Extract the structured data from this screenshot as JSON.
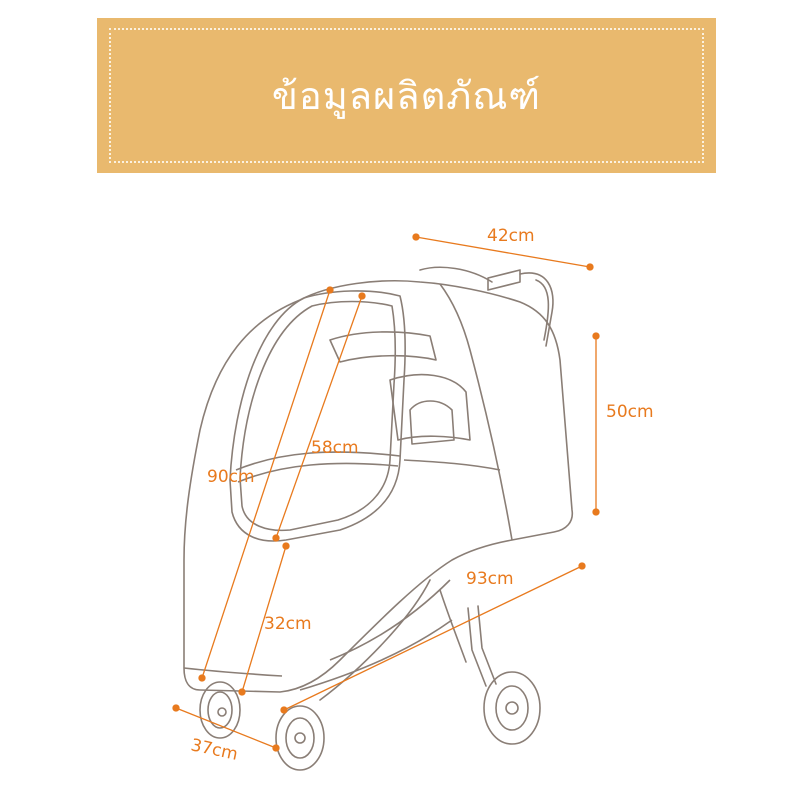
{
  "header": {
    "title": "ข้อมูลผลิตภัณฑ์",
    "background_color": "#e9b96e",
    "text_color": "#ffffff"
  },
  "diagram": {
    "subject": "stroller-rain-cover",
    "accent_color": "#e87a1e",
    "line_color": "#8a7e76",
    "dimensions": {
      "top_width": "42cm",
      "back_height": "50cm",
      "front_height": "90cm",
      "window_height": "58cm",
      "lower_front": "32cm",
      "base_length": "93cm",
      "base_width": "37cm"
    }
  }
}
